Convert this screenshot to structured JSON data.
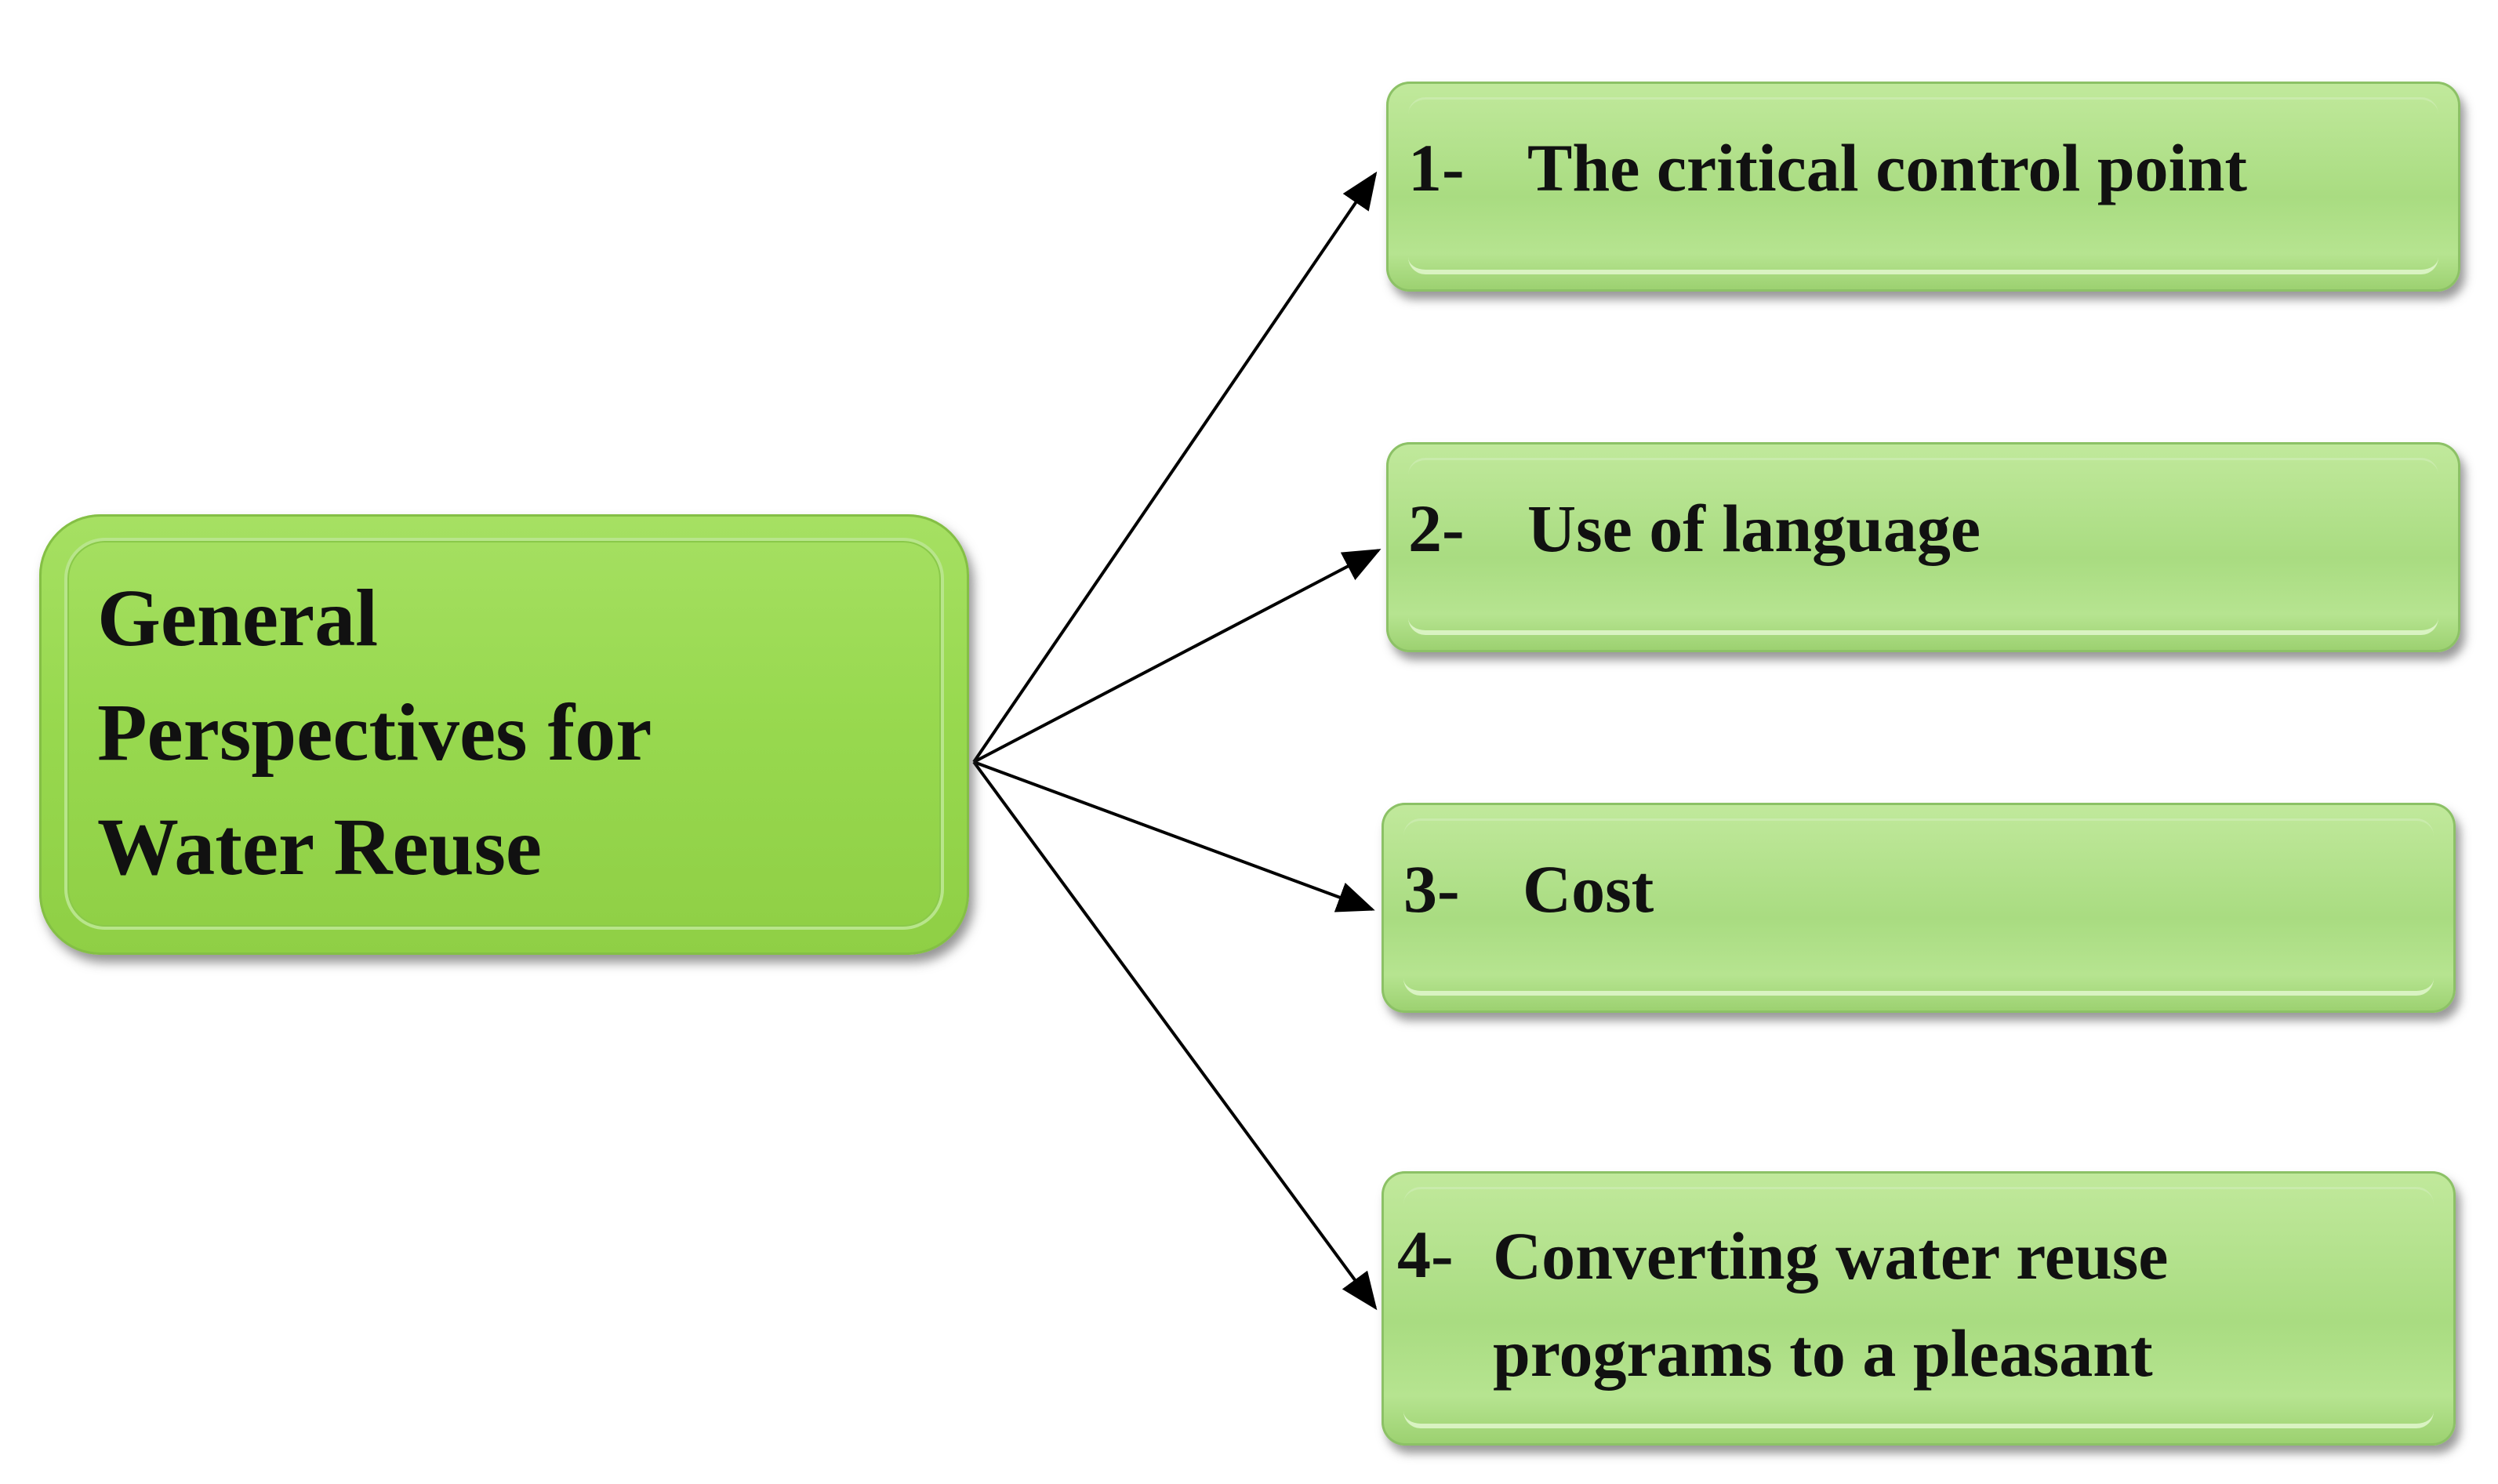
{
  "diagram": {
    "main_node": {
      "label": "General\nPerspectives for\nWater Reuse"
    },
    "items": [
      {
        "number": "1-",
        "text": "The critical control point"
      },
      {
        "number": "2-",
        "text": "Use of language"
      },
      {
        "number": "3-",
        "text": "Cost"
      },
      {
        "number": "4-",
        "text": "Converting  water reuse\nprograms to a pleasant"
      }
    ],
    "colors": {
      "main_fill": "#98d94f",
      "item_fill": "#b1e08a",
      "text": "#111111",
      "arrow": "#000000"
    }
  }
}
